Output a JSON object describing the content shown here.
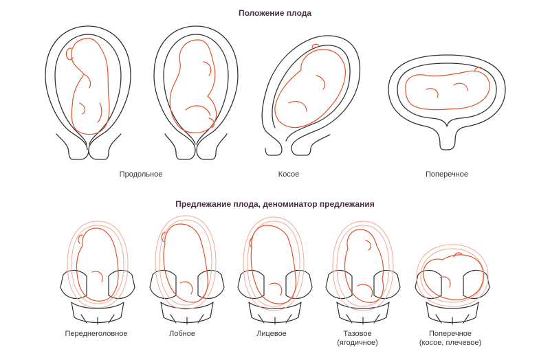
{
  "section1": {
    "title": "Положение плода",
    "labels": [
      "Продольное",
      "Косое",
      "Поперечное"
    ]
  },
  "section2": {
    "title": "Предлежание плода, деноминатор предлежания",
    "labels": [
      {
        "line1": "Переднеголовное",
        "line2": ""
      },
      {
        "line1": "Лобное",
        "line2": ""
      },
      {
        "line1": "Лицевое",
        "line2": ""
      },
      {
        "line1": "Тазовое",
        "line2": "(ягодичное)"
      },
      {
        "line1": "Поперечное",
        "line2": "(косое, плечевое)"
      }
    ]
  },
  "colors": {
    "outline": "#333333",
    "fetus": "#e0522a",
    "membrane": "#f0a898"
  }
}
